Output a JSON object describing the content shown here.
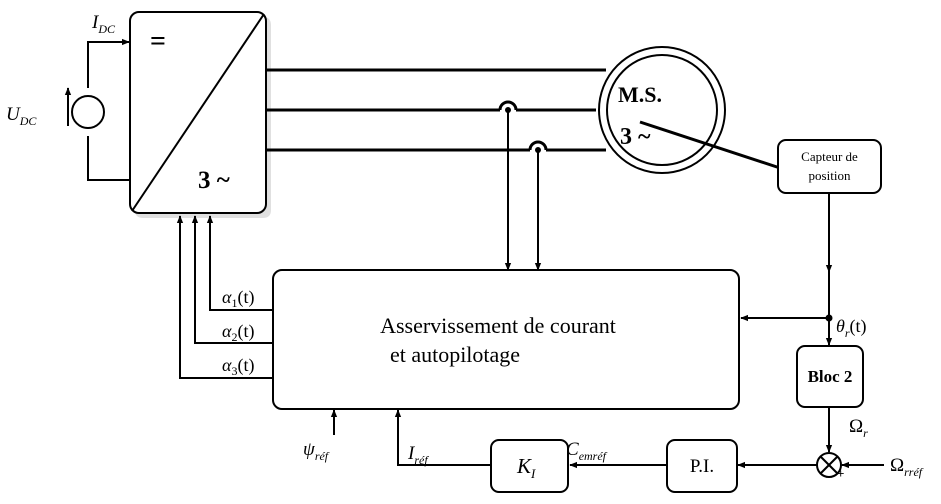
{
  "converter": {
    "dc_symbol": "=",
    "ac_symbol": "3 ~"
  },
  "source": {
    "voltage": "U",
    "voltage_sub": "DC",
    "current": "I",
    "current_sub": "DC"
  },
  "motor": {
    "line1": "M.S.",
    "line2": "3 ~"
  },
  "sensor": {
    "line1": "Capteur de",
    "line2": "position"
  },
  "controller": {
    "line1": "Asservissement de courant",
    "line2": "et autopilotage"
  },
  "control_signals": [
    {
      "sym": "α",
      "sub": "1",
      "arg": "(t)"
    },
    {
      "sym": "α",
      "sub": "2",
      "arg": "(t)"
    },
    {
      "sym": "α",
      "sub": "3",
      "arg": "(t)"
    }
  ],
  "theta": {
    "sym": "θ",
    "sub": "r",
    "arg": "(t)"
  },
  "bloc2": {
    "label": "Bloc 2"
  },
  "omega_r": {
    "sym": "Ω",
    "sub": "r"
  },
  "omega_ref": {
    "sym": "Ω",
    "sub": "rréf"
  },
  "pi": {
    "label": "P.I."
  },
  "ki": {
    "sym": "K",
    "sub": "I"
  },
  "c_ref": {
    "sym": "C",
    "sub": "emréf"
  },
  "i_ref": {
    "sym": "I",
    "sub": "réf"
  },
  "psi_ref": {
    "sym": "ψ",
    "sub": "réf"
  },
  "summer": {
    "sign": "+"
  }
}
